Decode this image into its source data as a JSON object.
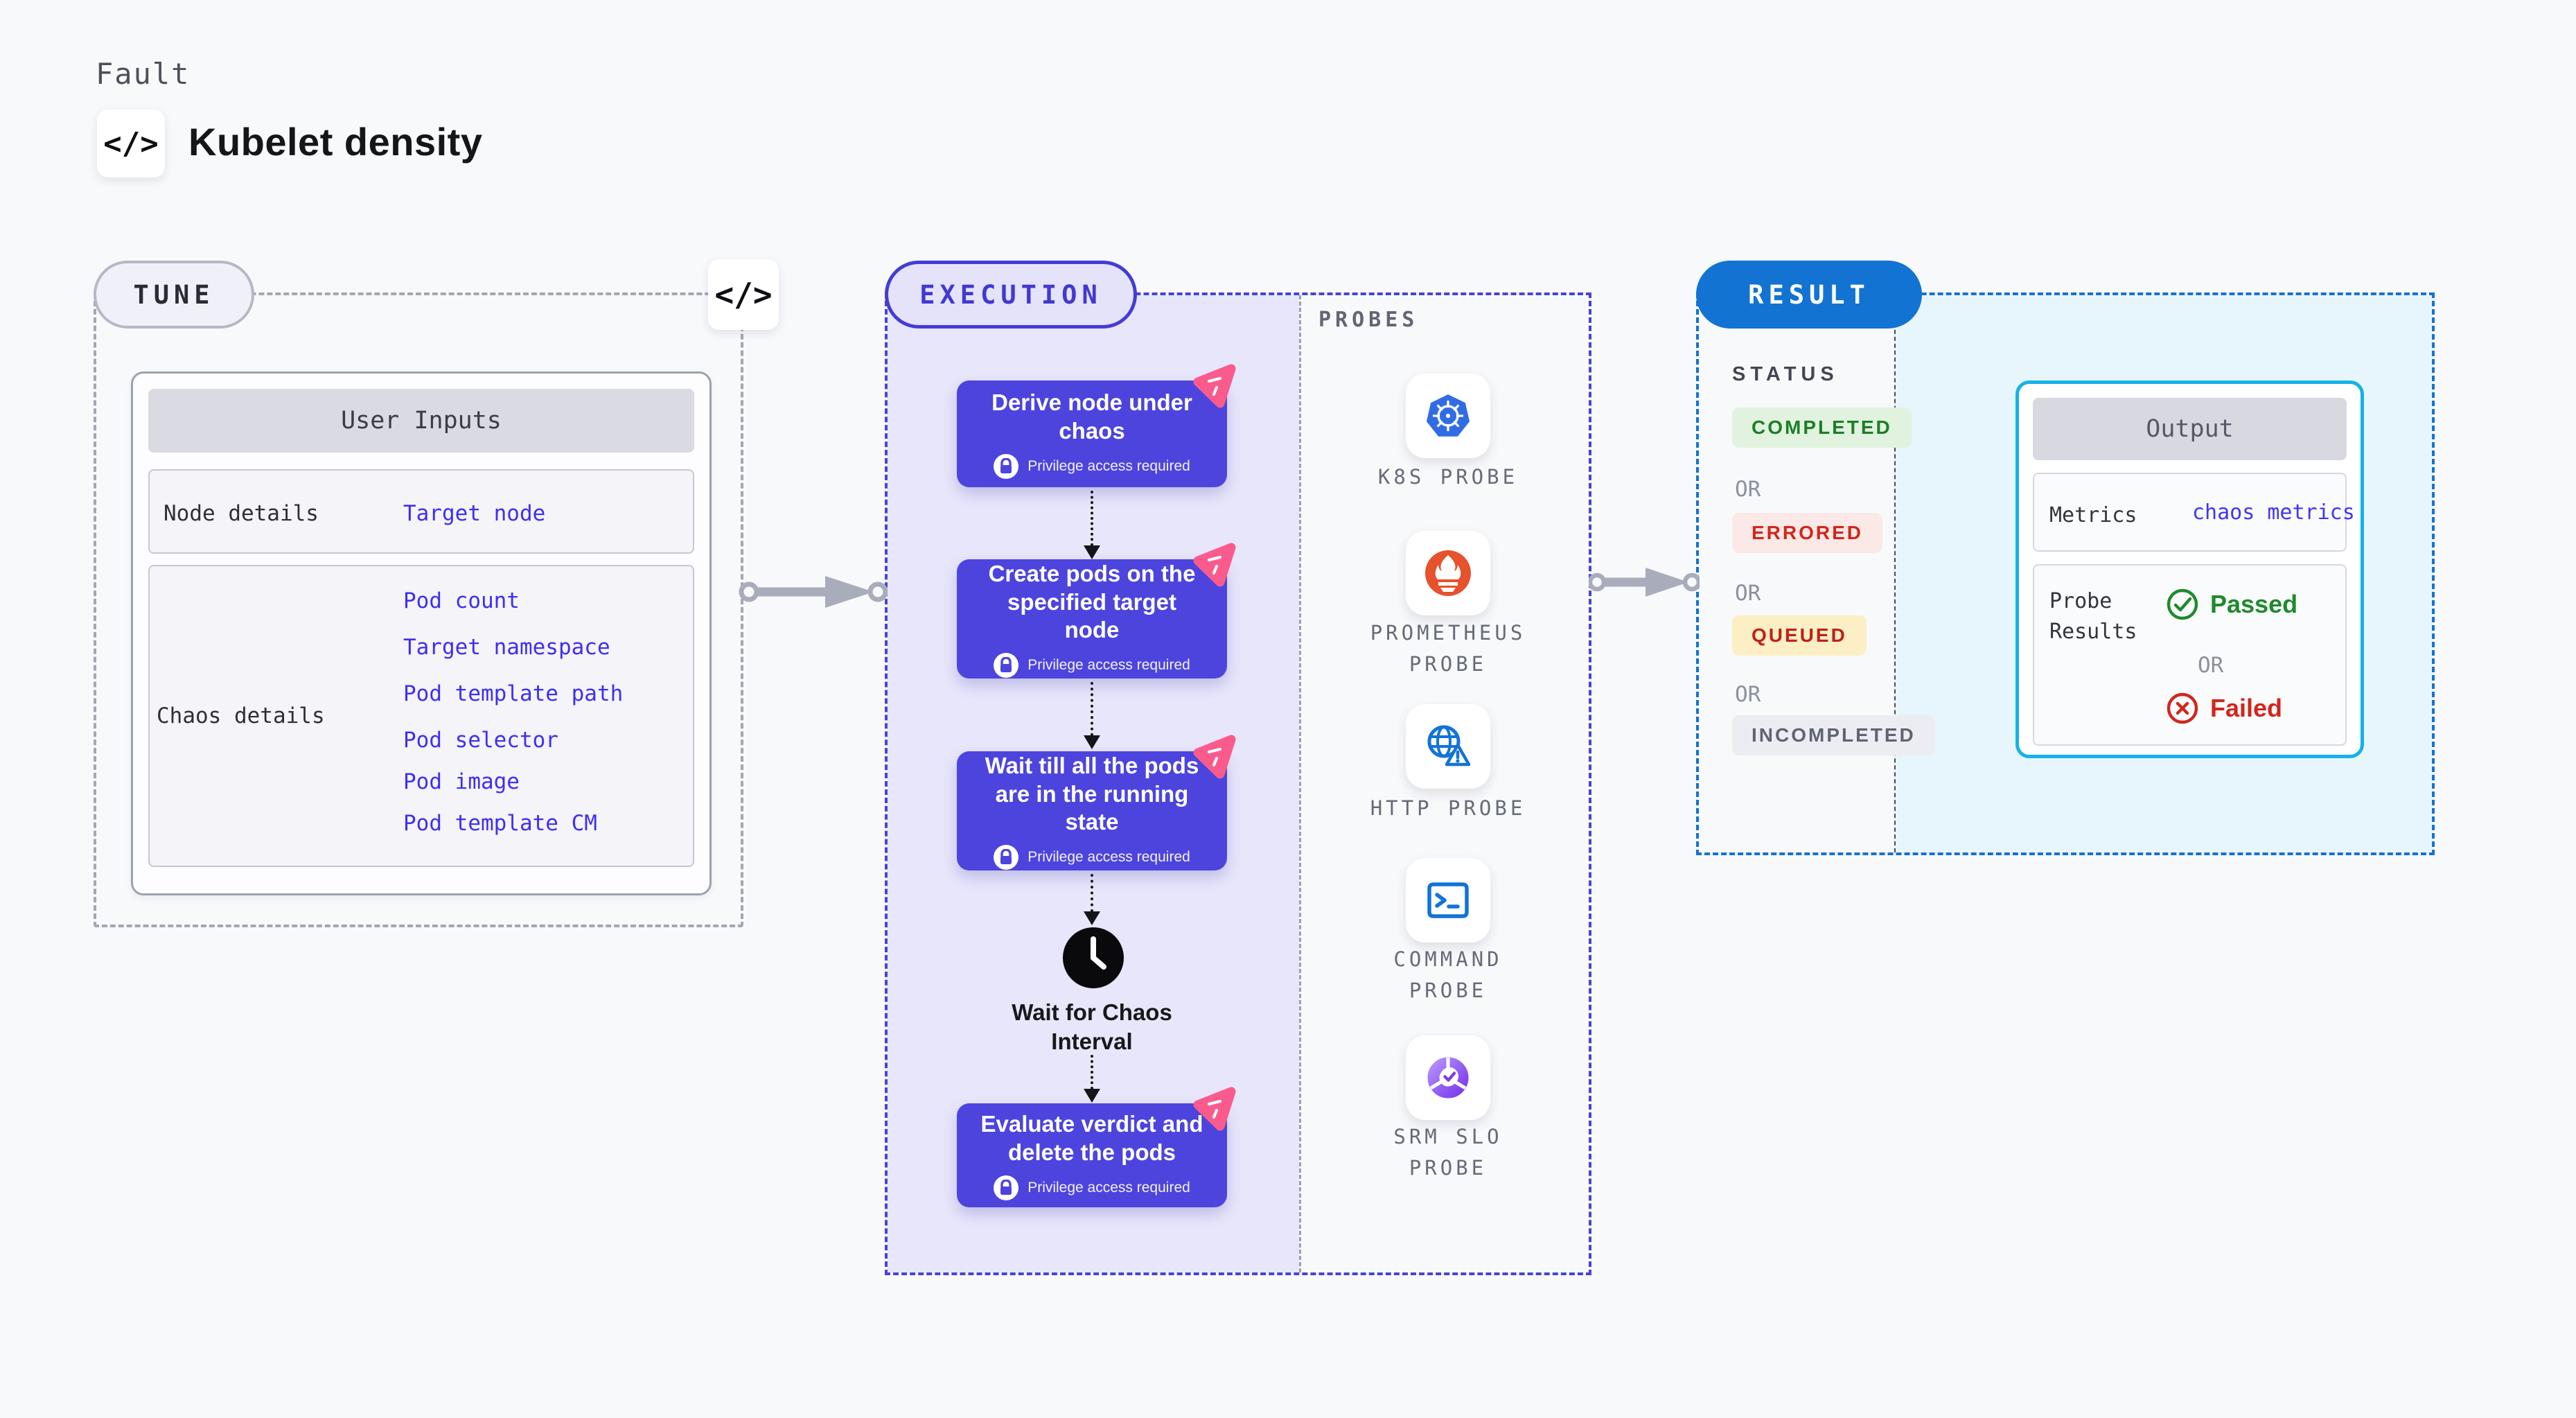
{
  "header": {
    "eyebrow": "Fault",
    "title": "Kubelet density",
    "code_icon": "</>"
  },
  "tune": {
    "label": "TUNE",
    "code_icon": "</>",
    "user_inputs": {
      "title": "User Inputs",
      "rows": [
        {
          "label": "Node details",
          "links": [
            "Target node"
          ]
        },
        {
          "label": "Chaos details",
          "links": [
            "Pod count",
            "Target namespace",
            "Pod template path",
            "Pod selector",
            "Pod image",
            "Pod template CM"
          ]
        }
      ]
    }
  },
  "execution": {
    "label": "EXECUTION",
    "privilege_note": "Privilege access required",
    "steps": [
      {
        "text": "Derive node under chaos"
      },
      {
        "text": "Create pods on the specified target node"
      },
      {
        "text": "Wait till all the pods are in the running state"
      },
      {
        "text": "Evaluate verdict and delete the pods"
      }
    ],
    "wait_label": "Wait for Chaos Interval",
    "probes": {
      "label": "PROBES",
      "items": [
        {
          "name": "K8S PROBE",
          "icon": "kubernetes-icon"
        },
        {
          "name": "PROMETHEUS PROBE",
          "icon": "prometheus-icon"
        },
        {
          "name": "HTTP PROBE",
          "icon": "http-globe-icon"
        },
        {
          "name": "COMMAND PROBE",
          "icon": "terminal-icon"
        },
        {
          "name": "SRM SLO PROBE",
          "icon": "slo-donut-icon"
        }
      ]
    }
  },
  "result": {
    "label": "RESULT",
    "status": {
      "heading": "STATUS",
      "or": "OR",
      "badges": [
        {
          "text": "COMPLETED",
          "fg": "#1E7E27",
          "bg": "#E1F3DF"
        },
        {
          "text": "ERRORED",
          "fg": "#D2261B",
          "bg": "#FBE9E7"
        },
        {
          "text": "QUEUED",
          "fg": "#C02018",
          "bg": "#FCEFC5"
        },
        {
          "text": "INCOMPLETED",
          "fg": "#5F6472",
          "bg": "#ECEDF3"
        }
      ]
    },
    "output": {
      "title": "Output",
      "metrics_label": "Metrics",
      "metrics_link": "chaos metrics",
      "probe_results_label": "Probe Results",
      "passed": "Passed",
      "or": "OR",
      "failed": "Failed"
    }
  },
  "colors": {
    "page_bg": "#F8F9FB",
    "accent_indigo": "#443CD6",
    "node_fill": "#4D44DE",
    "lavender_fill": "#E7E6FA",
    "result_blue": "#1373D3",
    "output_border_cyan": "#16B2E8",
    "cyan_fill": "#E7F6FD",
    "link_blue": "#3F2EF2",
    "litmus_pink": "#FA5B8D",
    "success_green": "#1F8A2C",
    "error_red": "#D2261B",
    "k8s_blue": "#326CE5",
    "prometheus_orange": "#E6522C",
    "probe_icon_blue": "#1273D8"
  },
  "icons": [
    "code-icon",
    "litmus-chaos-flag-icon",
    "lock-icon",
    "clock-icon",
    "kubernetes-icon",
    "prometheus-icon",
    "http-globe-icon",
    "terminal-icon",
    "slo-donut-icon",
    "check-circle-icon",
    "x-circle-icon",
    "arrow-right-icon"
  ]
}
